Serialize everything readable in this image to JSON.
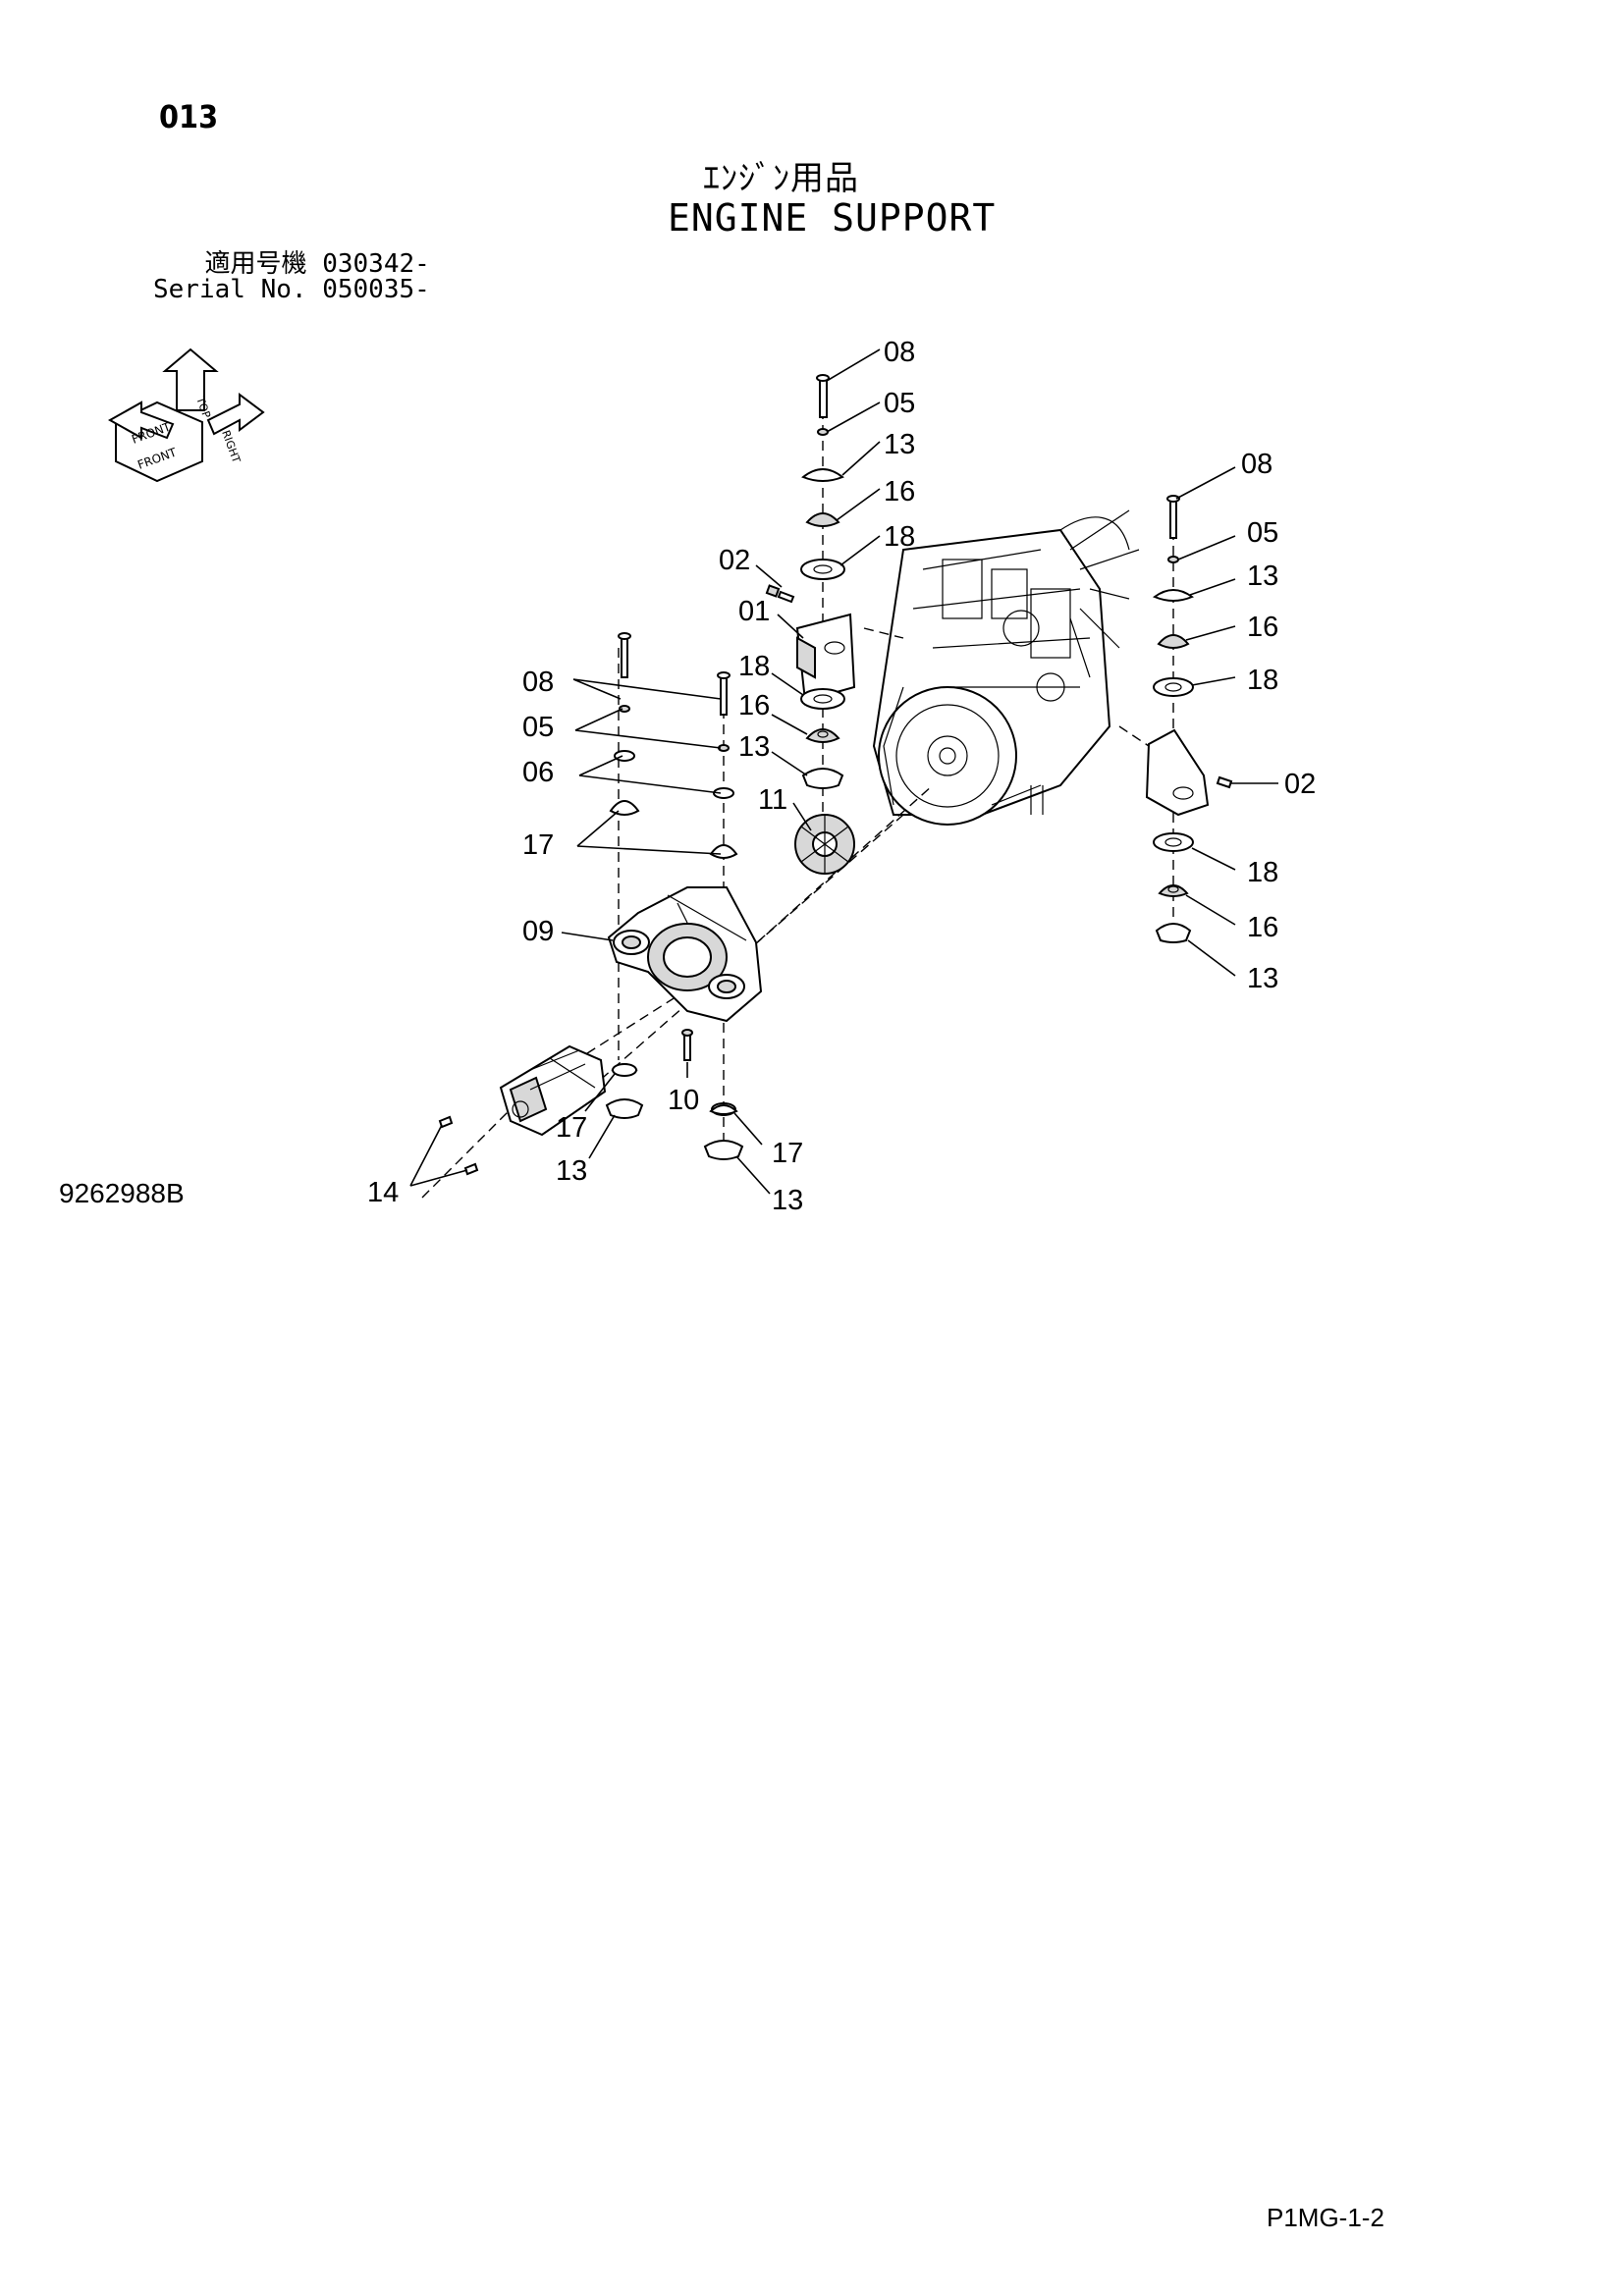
{
  "header": {
    "page_number": "013",
    "title_jp": "ｴﾝｼﾞﾝ用品",
    "title_en": "ENGINE SUPPORT",
    "serial_label_jp": "適用号機",
    "serial_value_jp": "030342-",
    "serial_label_en": "Serial No.",
    "serial_value_en": "050035-"
  },
  "orientation_icon": {
    "labels": [
      "FRONT",
      "TOP",
      "RIGHT",
      "FRONT"
    ]
  },
  "callouts": {
    "c08_top": "08",
    "c05_top": "05",
    "c13_top": "13",
    "c16_top": "16",
    "c18_top": "18",
    "c02_left": "02",
    "c01": "01",
    "c18_mid": "18",
    "c16_mid": "16",
    "c13_mid": "13",
    "c11": "11",
    "c08_left": "08",
    "c05_left": "05",
    "c06_left": "06",
    "c17_left": "17",
    "c09": "09",
    "c10": "10",
    "c17_low": "17",
    "c13_low": "13",
    "c14": "14",
    "c17_bottom": "17",
    "c13_bottom": "13",
    "c08_right": "08",
    "c05_right": "05",
    "c13_right": "13",
    "c16_right": "16",
    "c18_right": "18",
    "c02_right": "02",
    "c18_right_low": "18",
    "c16_right_low": "16",
    "c13_right_low": "13"
  },
  "footer": {
    "drawing_number": "9262988B",
    "page_code": "P1MG-1-2"
  }
}
